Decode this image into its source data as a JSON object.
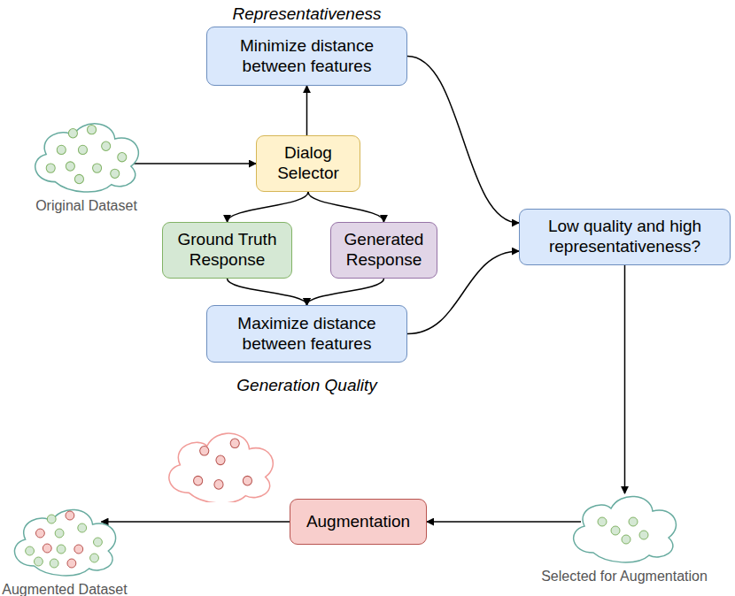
{
  "diagram": {
    "nodes": [
      {
        "text": [
          "Representativeness",
          "Minimize distance between features"
        ]
      },
      {
        "text": [
          "Original Dataset"
        ]
      },
      {
        "text": [
          "Dialog Selector"
        ]
      },
      {
        "text": [
          "Low quality and high representativeness?"
        ]
      },
      {
        "text": [
          "Ground Truth Response"
        ]
      },
      {
        "text": [
          "Generated Response"
        ]
      },
      {
        "text": [
          "Maximize distance between features",
          "Generation Quality"
        ]
      },
      {
        "text": [
          "Augmented Dataset"
        ]
      },
      {
        "text": [
          "Augmentation"
        ]
      },
      {
        "text": [
          "Selected for Augmentation"
        ]
      }
    ],
    "edges": [
      {
        "from": 1,
        "to": 2,
        "arrow": "to"
      },
      {
        "from": 2,
        "to": 0,
        "arrow": "to"
      },
      {
        "from": 2,
        "to": 4,
        "arrow": "to"
      },
      {
        "from": 2,
        "to": 5,
        "arrow": "to"
      },
      {
        "from": 4,
        "to": 6,
        "arrow": "to"
      },
      {
        "from": 5,
        "to": 6,
        "arrow": "to"
      },
      {
        "from": 0,
        "to": 3,
        "arrow": "to"
      },
      {
        "from": 6,
        "to": 3,
        "arrow": "to"
      },
      {
        "from": 3,
        "to": 9,
        "arrow": "to"
      },
      {
        "from": 9,
        "to": 8,
        "arrow": "to"
      },
      {
        "from": 8,
        "to": 7,
        "arrow": "to"
      }
    ]
  }
}
